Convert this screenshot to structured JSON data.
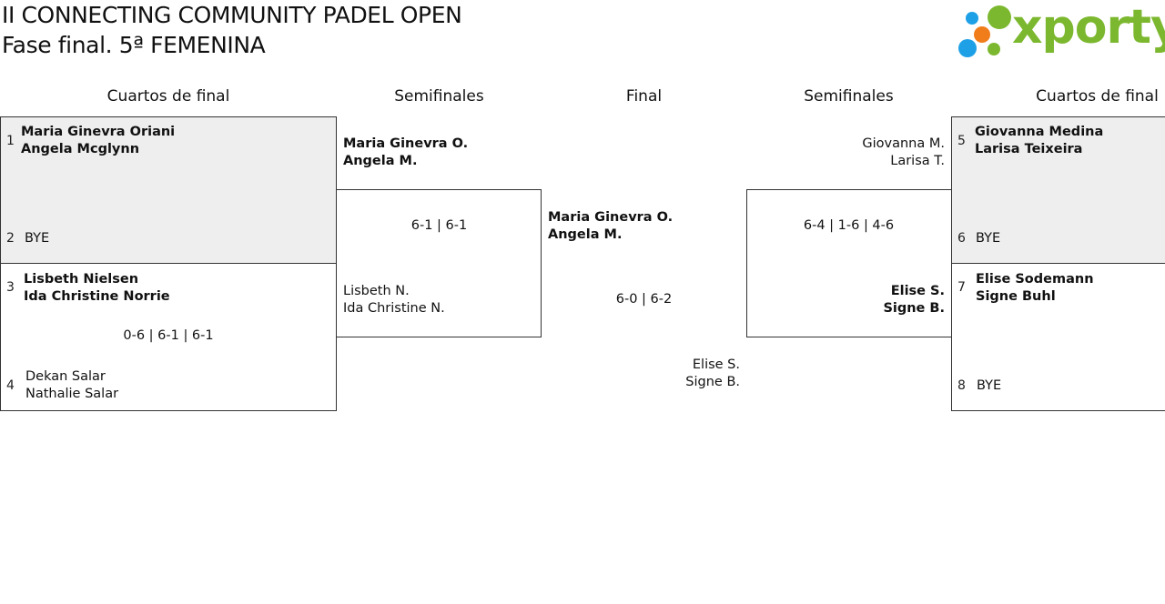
{
  "header": {
    "title": "II CONNECTING COMMUNITY PADEL OPEN",
    "subtitle": "Fase final. 5ª FEMENINA"
  },
  "logo": {
    "text": "xporty",
    "colors": {
      "text": "#7cb82f",
      "blue": "#1ea0e6",
      "orange": "#f07d1a",
      "green": "#7cb82f"
    }
  },
  "rounds": {
    "left_qf": "Cuartos de final",
    "left_sf": "Semifinales",
    "final": "Final",
    "right_sf": "Semifinales",
    "right_qf": "Cuartos de final"
  },
  "left_qf": {
    "match1": {
      "top": {
        "seed": "1",
        "p1": "Maria Ginevra Oriani",
        "p2": "Angela Mcglynn"
      },
      "bottom": {
        "seed": "2",
        "p1": "BYE"
      }
    },
    "match2": {
      "top": {
        "seed": "3",
        "p1": "Lisbeth Nielsen",
        "p2": "Ida Christine Norrie"
      },
      "score": "0-6 | 6-1 | 6-1",
      "bottom": {
        "seed": "4",
        "p1": "Dekan Salar",
        "p2": "Nathalie Salar"
      }
    }
  },
  "left_sf": {
    "top": {
      "p1": "Maria Ginevra O.",
      "p2": "Angela M."
    },
    "score": "6-1 | 6-1",
    "bottom": {
      "p1": "Lisbeth N.",
      "p2": "Ida Christine N."
    }
  },
  "final": {
    "top": {
      "p1": "Maria Ginevra O.",
      "p2": "Angela M."
    },
    "score": "6-0 | 6-2",
    "bottom": {
      "p1": "Elise S.",
      "p2": "Signe B."
    }
  },
  "right_sf": {
    "top": {
      "p1": "Giovanna M.",
      "p2": "Larisa T."
    },
    "score": "6-4 | 1-6 | 4-6",
    "bottom": {
      "p1": "Elise S.",
      "p2": "Signe B."
    }
  },
  "right_qf": {
    "match1": {
      "top": {
        "seed": "5",
        "p1": "Giovanna Medina",
        "p2": "Larisa Teixeira"
      },
      "bottom": {
        "seed": "6",
        "p1": "BYE"
      }
    },
    "match2": {
      "top": {
        "seed": "7",
        "p1": "Elise Sodemann",
        "p2": "Signe Buhl"
      },
      "bottom": {
        "seed": "8",
        "p1": "BYE"
      }
    }
  }
}
